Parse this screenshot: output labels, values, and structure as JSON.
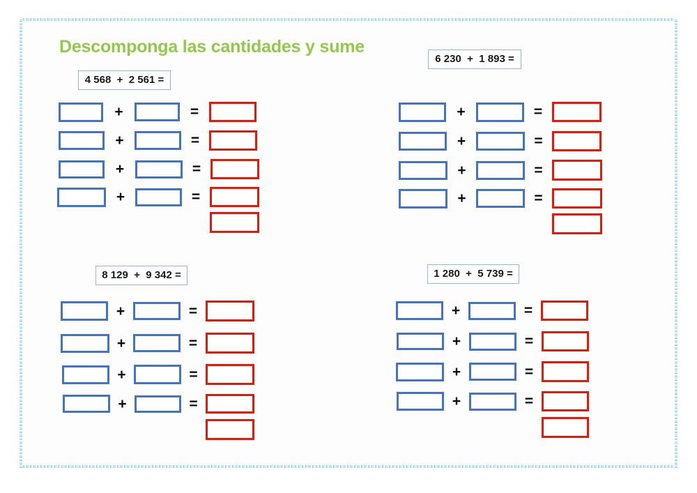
{
  "page": {
    "title": "Descomponga las cantidades y sume",
    "title_color": "#92c84b",
    "background_color": "#fdfdfd",
    "frame_color": "#6fc6e6"
  },
  "styles": {
    "addend_box_color": "#4472c4",
    "result_box_color": "#e01b0c",
    "header_border_color": "#97b6d6",
    "operator_color": "#0d0d0d"
  },
  "operators": {
    "plus": "+",
    "equals": "="
  },
  "problems": [
    {
      "id": "problem-1",
      "header": "4 568  +  2 561 =",
      "addend_a": "4 568",
      "addend_b": "2 561",
      "row_count": 4,
      "has_total_box": true
    },
    {
      "id": "problem-2",
      "header": "6 230  +  1 893 =",
      "addend_a": "6 230",
      "addend_b": "1 893",
      "row_count": 4,
      "has_total_box": true
    },
    {
      "id": "problem-3",
      "header": "8 129  +  9 342 =",
      "addend_a": "8 129",
      "addend_b": "9 342",
      "row_count": 4,
      "has_total_box": true
    },
    {
      "id": "problem-4",
      "header": "1 280  +  5 739 =",
      "addend_a": "1 280",
      "addend_b": "5 739",
      "row_count": 4,
      "has_total_box": true
    }
  ]
}
